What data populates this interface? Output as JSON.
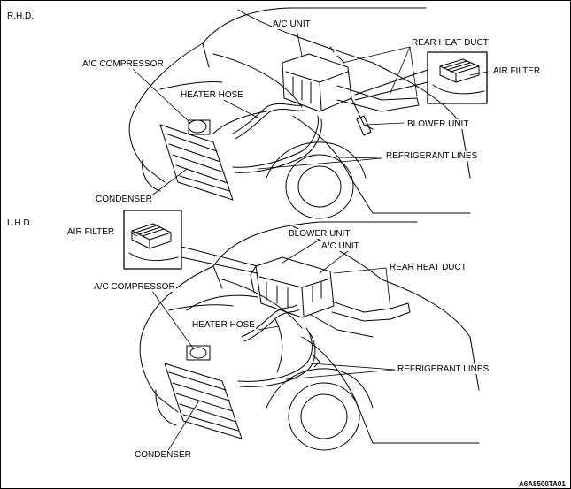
{
  "sections": {
    "top": {
      "title": "R.H.D.",
      "labels": {
        "ac_unit": "A/C UNIT",
        "rear_heat_duct": "REAR HEAT DUCT",
        "ac_compressor": "A/C COMPRESSOR",
        "air_filter": "AIR FILTER",
        "heater_hose": "HEATER HOSE",
        "blower_unit": "BLOWER UNIT",
        "refrigerant_lines": "REFRIGERANT LINES",
        "condenser": "CONDENSER"
      }
    },
    "bottom": {
      "title": "L.H.D.",
      "labels": {
        "air_filter": "AIR FILTER",
        "blower_unit": "BLOWER UNIT",
        "ac_unit": "A/C UNIT",
        "rear_heat_duct": "REAR HEAT DUCT",
        "ac_compressor": "A/C COMPRESSOR",
        "heater_hose": "HEATER HOSE",
        "refrigerant_lines": "REFRIGERANT LINES",
        "condenser": "CONDENSER"
      }
    }
  },
  "figure_code": "A6A8500TA01"
}
